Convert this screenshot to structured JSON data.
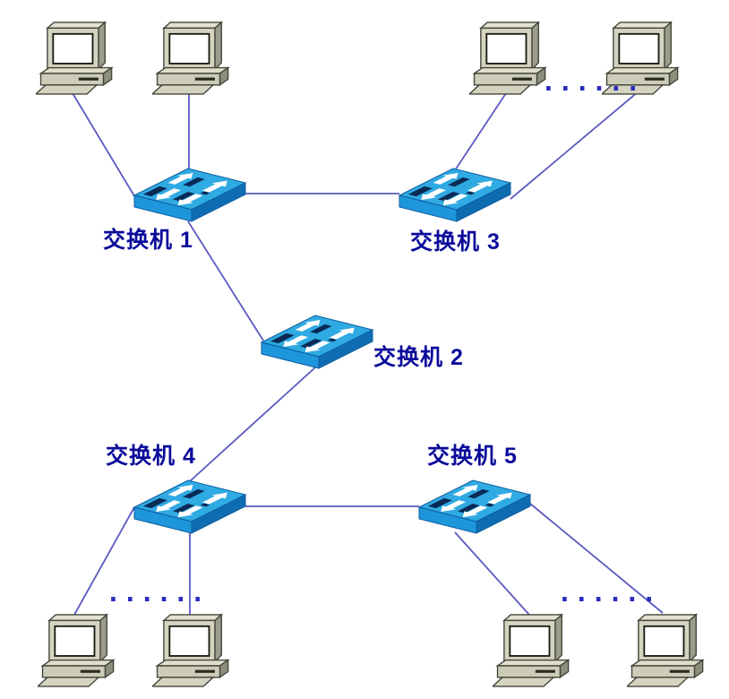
{
  "diagram": {
    "type": "network-topology",
    "switches": [
      {
        "id": "switch-1",
        "label": "交换机 1"
      },
      {
        "id": "switch-2",
        "label": "交换机 2"
      },
      {
        "id": "switch-3",
        "label": "交换机 3"
      },
      {
        "id": "switch-4",
        "label": "交换机 4"
      },
      {
        "id": "switch-5",
        "label": "交换机 5"
      }
    ],
    "ellipsis": "......",
    "computer_groups": [
      {
        "position": "top-left",
        "connected_to": "交换机 1",
        "computers_shown": 2,
        "has_ellipsis": false
      },
      {
        "position": "top-right",
        "connected_to": "交换机 3",
        "computers_shown": 2,
        "has_ellipsis": true
      },
      {
        "position": "bottom-left",
        "connected_to": "交换机 4",
        "computers_shown": 2,
        "has_ellipsis": true
      },
      {
        "position": "bottom-right",
        "connected_to": "交换机 5",
        "computers_shown": 2,
        "has_ellipsis": true
      }
    ],
    "switch_links": [
      {
        "from": "交换机 1",
        "to": "交换机 3"
      },
      {
        "from": "交换机 1",
        "to": "交换机 2"
      },
      {
        "from": "交换机 2",
        "to": "交换机 4"
      },
      {
        "from": "交换机 4",
        "to": "交换机 5"
      }
    ],
    "colors": {
      "background": "#ffffff",
      "label_text": "#0b0b9b",
      "connection_line": "#5a5ac2",
      "ellipsis_dots": "#2a2abe",
      "switch_top": "#2faae2",
      "switch_front": "#1e96dc",
      "switch_side": "#0e6cb2",
      "switch_arrow": "#ffffff",
      "switch_slot": "#0a2a55",
      "computer_body": "#d4d4c0",
      "computer_shadow": "#9c9c8a",
      "computer_screen": "#ffffff"
    }
  }
}
